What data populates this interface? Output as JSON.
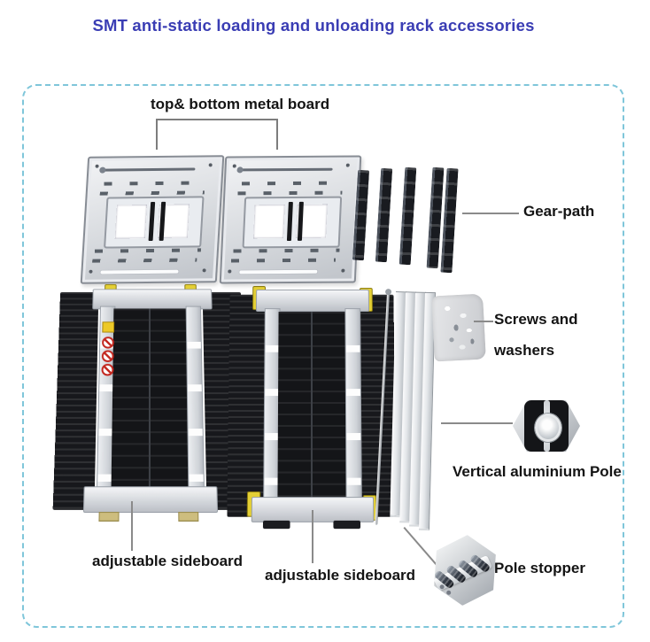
{
  "title": "SMT anti-static loading and unloading rack accessories",
  "colors": {
    "title": "#3a3db4",
    "frame_border": "#7fc6da",
    "label": "#141414",
    "line": "#8a8a8a",
    "clip_yellow": "#e3cf35"
  },
  "labels": {
    "top_bottom_board": "top& bottom metal board",
    "gear_path": "Gear-path",
    "screws_line1": "Screws and",
    "screws_line2": "washers",
    "vertical_pole": "Vertical aluminium Pole",
    "pole_stopper": "Pole stopper",
    "adjustable_left": "adjustable sideboard",
    "adjustable_right": "adjustable sideboard"
  },
  "parts": {
    "metal_boards": 2,
    "gear_rails": 5,
    "sideboards": 2,
    "aluminium_poles": 4
  }
}
